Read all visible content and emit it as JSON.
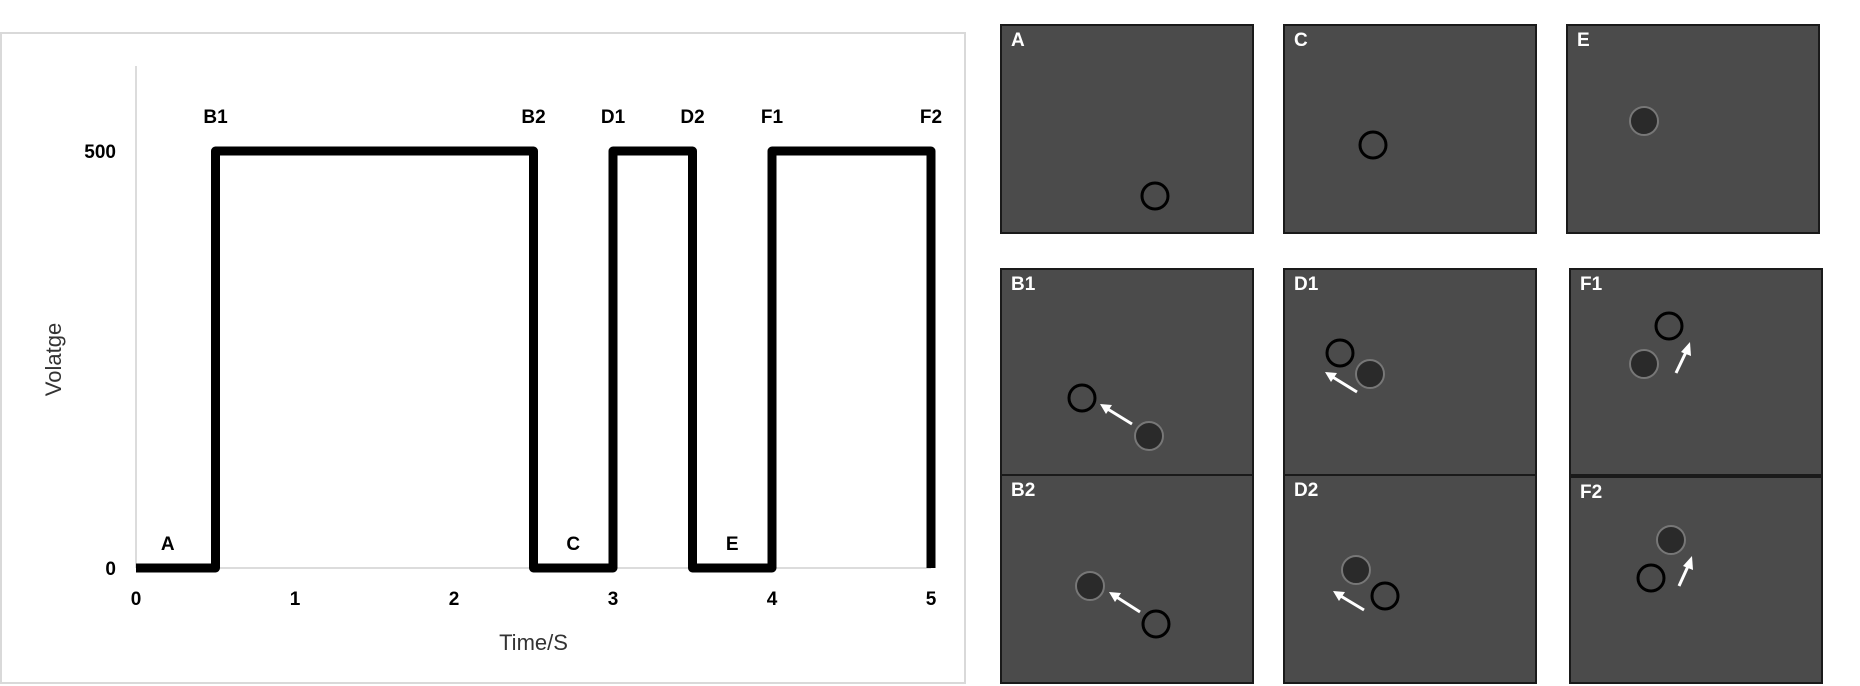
{
  "chart_data": {
    "type": "line",
    "xlabel": "Time/S",
    "ylabel": "Volatge",
    "xlim": [
      0,
      5
    ],
    "ylim": [
      0,
      500
    ],
    "x_ticks": [
      "0",
      "1",
      "2",
      "3",
      "4",
      "5"
    ],
    "y_ticks": [
      "0",
      "500"
    ],
    "series": [
      {
        "x": [
          0,
          0.5,
          0.5,
          2.5,
          2.5,
          3.0,
          3.0,
          3.5,
          3.5,
          4.0,
          4.0,
          5.0,
          5.0
        ],
        "values": [
          0,
          0,
          500,
          500,
          0,
          0,
          500,
          500,
          0,
          0,
          500,
          500,
          0
        ]
      }
    ],
    "annotations": [
      {
        "text": "A",
        "x": 0.2,
        "y": 0,
        "level": "low"
      },
      {
        "text": "B1",
        "x": 0.5,
        "y": 500,
        "level": "high"
      },
      {
        "text": "B2",
        "x": 2.5,
        "y": 500,
        "level": "high"
      },
      {
        "text": "C",
        "x": 2.75,
        "y": 0,
        "level": "low"
      },
      {
        "text": "D1",
        "x": 3.0,
        "y": 500,
        "level": "high"
      },
      {
        "text": "D2",
        "x": 3.5,
        "y": 500,
        "level": "high"
      },
      {
        "text": "E",
        "x": 3.75,
        "y": 0,
        "level": "low"
      },
      {
        "text": "F1",
        "x": 4.0,
        "y": 500,
        "level": "high"
      },
      {
        "text": "F2",
        "x": 5.0,
        "y": 500,
        "level": "high"
      }
    ],
    "line_color": "#000000",
    "grid": false
  },
  "panels": [
    {
      "label": "A"
    },
    {
      "label": "C"
    },
    {
      "label": "E"
    },
    {
      "label": "B1"
    },
    {
      "label": "D1"
    },
    {
      "label": "F1"
    },
    {
      "label": "B2"
    },
    {
      "label": "D2"
    },
    {
      "label": "F2"
    }
  ]
}
